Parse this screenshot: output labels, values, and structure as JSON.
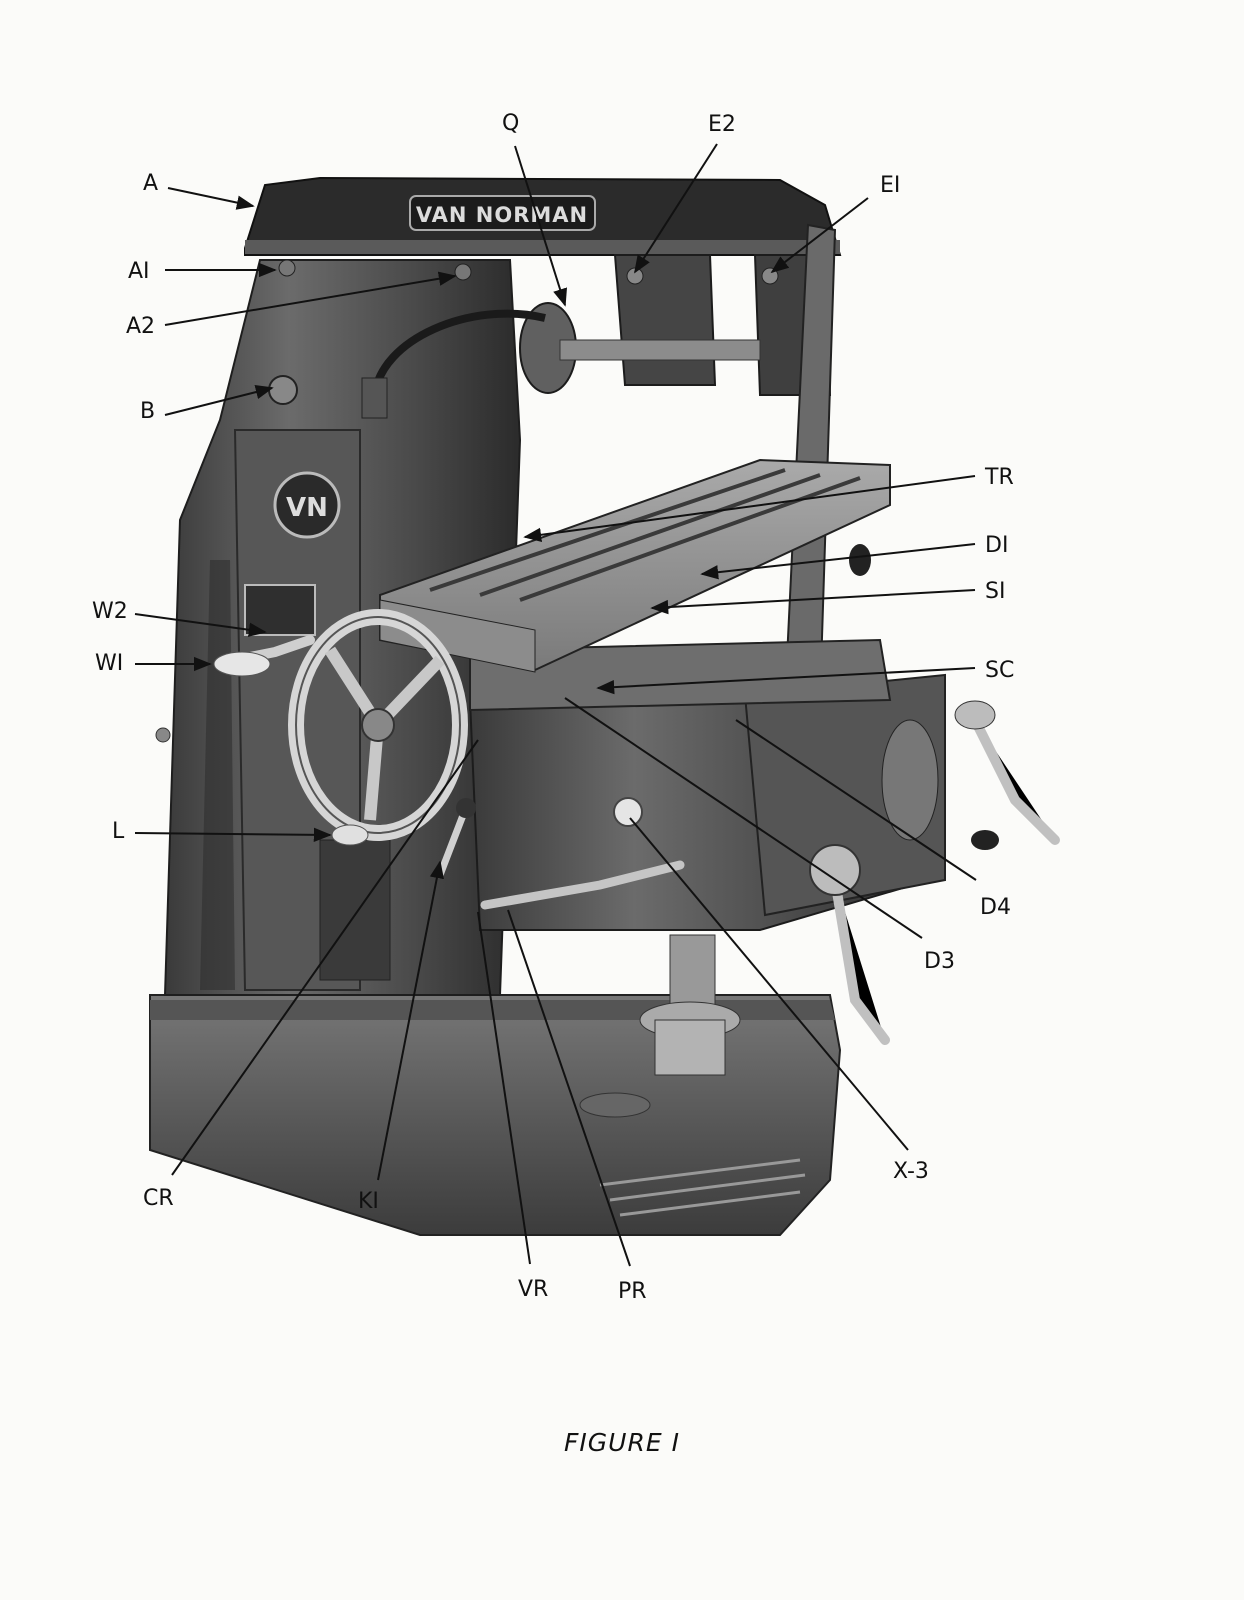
{
  "brand": {
    "plate": "VAN NORMAN",
    "emblem": "VN"
  },
  "caption": "FIGURE I",
  "callouts": [
    {
      "id": "A",
      "label": "A"
    },
    {
      "id": "A1",
      "label": "AI"
    },
    {
      "id": "A2",
      "label": "A2"
    },
    {
      "id": "B",
      "label": "B"
    },
    {
      "id": "W2",
      "label": "W2"
    },
    {
      "id": "W1",
      "label": "WI"
    },
    {
      "id": "L",
      "label": "L"
    },
    {
      "id": "Q",
      "label": "Q"
    },
    {
      "id": "E2",
      "label": "E2"
    },
    {
      "id": "E1",
      "label": "EI"
    },
    {
      "id": "TR",
      "label": "TR"
    },
    {
      "id": "D1",
      "label": "DI"
    },
    {
      "id": "S1",
      "label": "SI"
    },
    {
      "id": "SC",
      "label": "SC"
    },
    {
      "id": "D4",
      "label": "D4"
    },
    {
      "id": "D3",
      "label": "D3"
    },
    {
      "id": "X3",
      "label": "X-3"
    },
    {
      "id": "CR",
      "label": "CR"
    },
    {
      "id": "K1",
      "label": "KI"
    },
    {
      "id": "VR",
      "label": "VR"
    },
    {
      "id": "PR",
      "label": "PR"
    }
  ]
}
